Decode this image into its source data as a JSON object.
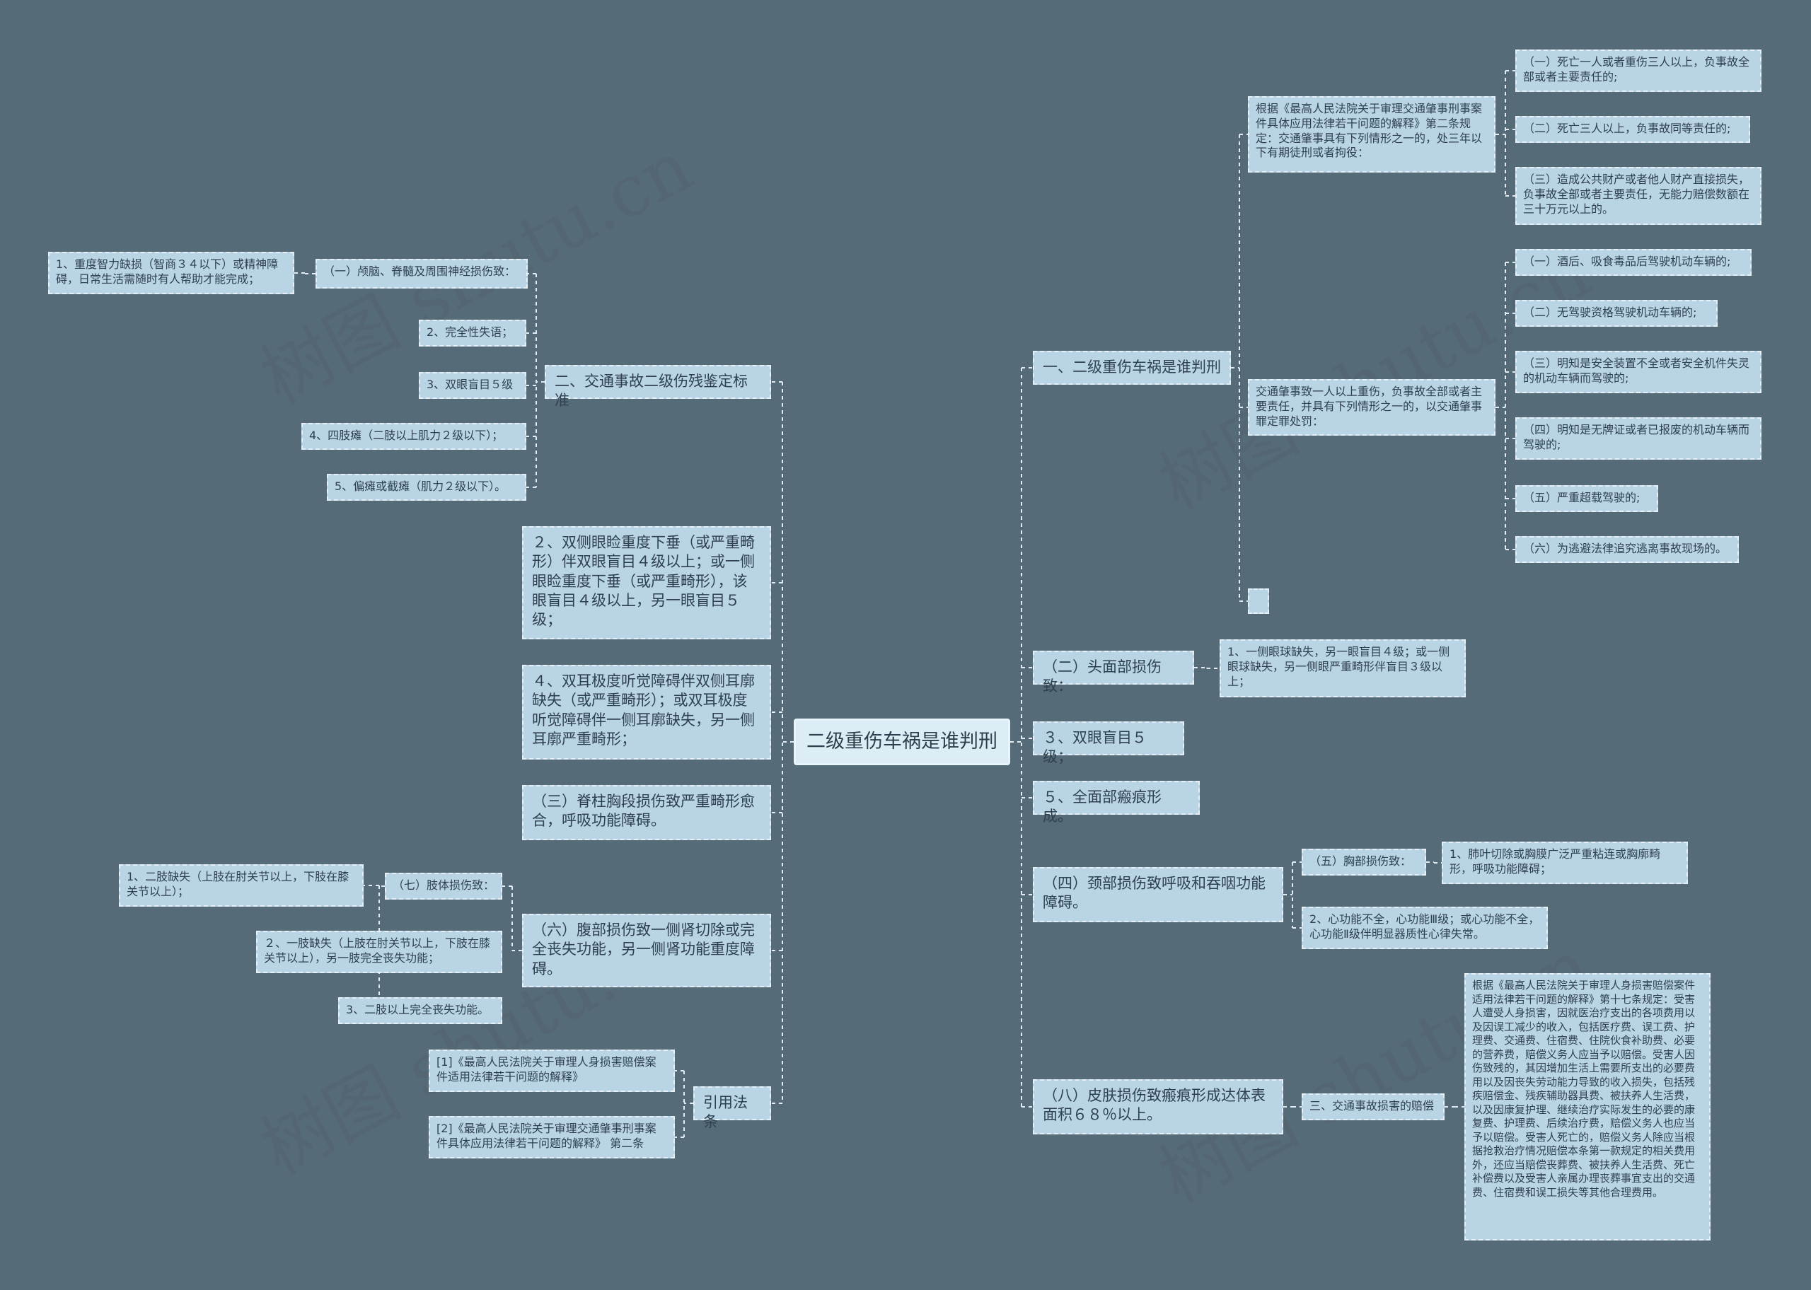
{
  "root": "二级重伤车祸是谁判刑",
  "watermark": "树图 shutu.cn",
  "left": {
    "standard": {
      "label": "二、交通事故二级伤残鉴定标准",
      "items": [
        {
          "label": "（一）颅脑、脊髓及周围神经损伤致：",
          "sub": [
            "1、重度智力缺损（智商３４以下）或精神障碍，日常生活需随时有人帮助才能完成；"
          ]
        },
        {
          "label": "2、完全性失语；"
        },
        {
          "label": "3、双眼盲目５级"
        },
        {
          "label": "4、四肢瘫（二肢以上肌力２级以下）；"
        },
        {
          "label": "5、偏瘫或截瘫（肌力２级以下）。"
        }
      ]
    },
    "eyelid": "２、双侧眼睑重度下垂（或严重畸形）伴双眼盲目４级以上；或一侧眼睑重度下垂（或严重畸形），该眼盲目４级以上，另一眼盲目５级；",
    "ear": "４、双耳极度听觉障碍伴双侧耳廓缺失（或严重畸形）；或双耳极度听觉障碍伴一侧耳廓缺失，另一侧耳廓严重畸形；",
    "spine": "（三）脊柱胸段损伤致严重畸形愈合，呼吸功能障碍。",
    "abdomen": {
      "label": "（六）腹部损伤致一侧肾切除或完全丧失功能，另一侧肾功能重度障碍。",
      "limb": {
        "label": "（七）肢体损伤致：",
        "sub": [
          "1、二肢缺失（上肢在肘关节以上，下肢在膝关节以上）；",
          "２、一肢缺失（上肢在肘关节以上，下肢在膝关节以上），另一肢完全丧失功能；",
          "3、二肢以上完全丧失功能。"
        ]
      }
    },
    "law": {
      "label": "引用法条",
      "items": [
        "[1]《最高人民法院关于审理人身损害赔偿案件适用法律若干问题的解释》",
        "[2]《最高人民法院关于审理交通肇事刑事案件具体应用法律若干问题的解释》 第二条"
      ]
    }
  },
  "right": {
    "who": {
      "label": "一、二级重伤车祸是谁判刑",
      "a": {
        "label": "根据《最高人民法院关于审理交通肇事刑事案件具体应用法律若干问题的解释》第二条规定：交通肇事具有下列情形之一的，处三年以下有期徒刑或者拘役：",
        "items": [
          "（一）死亡一人或者重伤三人以上，负事故全部或者主要责任的;",
          "（二）死亡三人以上，负事故同等责任的;",
          "（三）造成公共财产或者他人财产直接损失，负事故全部或者主要责任，无能力赔偿数额在三十万元以上的。"
        ]
      },
      "b": {
        "label": "交通肇事致一人以上重伤，负事故全部或者主要责任，并具有下列情形之一的，以交通肇事罪定罪处罚：",
        "items": [
          "（一）酒后、吸食毒品后驾驶机动车辆的;",
          "（二）无驾驶资格驾驶机动车辆的;",
          "（三）明知是安全装置不全或者安全机件失灵的机动车辆而驾驶的;",
          "（四）明知是无牌证或者已报废的机动车辆而驾驶的;",
          "（五）严重超载驾驶的;",
          "（六）为逃避法律追究逃离事故现场的。"
        ]
      },
      "c": ""
    },
    "head": {
      "label": "（二）头面部损伤致：",
      "sub": "1、一侧眼球缺失，另一眼盲目４级；或一侧眼球缺失，另一侧眼严重畸形伴盲目３级以上；"
    },
    "eye": "３、双眼盲目５级；",
    "face": "５、全面部瘢痕形成。",
    "neck": {
      "label": "（四）颈部损伤致呼吸和吞咽功能障碍。",
      "chest": {
        "label": "（五）胸部损伤致：",
        "sub": "1、肺叶切除或胸膜广泛严重粘连或胸廓畸形，呼吸功能障碍；"
      },
      "heart": "2、心功能不全，心功能Ⅲ级；或心功能不全，心功能Ⅱ级伴明显器质性心律失常。"
    },
    "skin": {
      "label": "（八）皮肤损伤致瘢痕形成达体表面积６８％以上。",
      "comp": {
        "label": "三、交通事故损害的赔偿",
        "sub": "根据《最高人民法院关于审理人身损害赔偿案件适用法律若干问题的解释》第十七条规定：受害人遭受人身损害，因就医治疗支出的各项费用以及因误工减少的收入，包括医疗费、误工费、护理费、交通费、住宿费、住院伙食补助费、必要的营养费，赔偿义务人应当予以赔偿。受害人因伤致残的，其因增加生活上需要所支出的必要费用以及因丧失劳动能力导致的收入损失，包括残疾赔偿金、残疾辅助器具费、被扶养人生活费，以及因康复护理、继续治疗实际发生的必要的康复费、护理费、后续治疗费，赔偿义务人也应当予以赔偿。受害人死亡的，赔偿义务人除应当根据抢救治疗情况赔偿本条第一款规定的相关费用外，还应当赔偿丧葬费、被扶养人生活费、死亡补偿费以及受害人亲属办理丧葬事宜支出的交通费、住宿费和误工损失等其他合理费用。"
      }
    }
  }
}
